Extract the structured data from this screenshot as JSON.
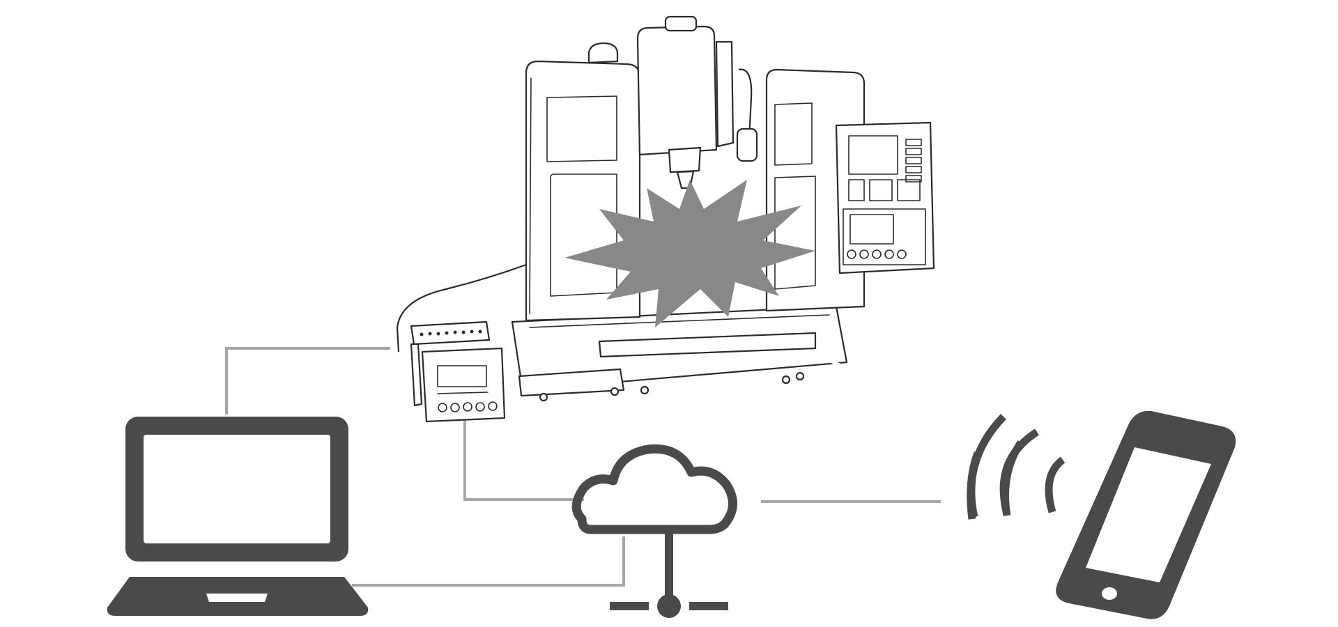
{
  "diagram": {
    "nodes": [
      {
        "id": "machine",
        "icon": "cnc-machine-icon"
      },
      {
        "id": "monitor",
        "icon": "monitoring-unit-icon"
      },
      {
        "id": "laptop",
        "icon": "laptop-icon"
      },
      {
        "id": "cloud",
        "icon": "cloud-network-icon"
      },
      {
        "id": "phone",
        "icon": "smartphone-icon"
      },
      {
        "id": "wireless",
        "icon": "wireless-signal-icon"
      },
      {
        "id": "collision",
        "icon": "collision-burst-icon"
      }
    ],
    "edges": [
      {
        "from": "monitor",
        "to": "laptop"
      },
      {
        "from": "monitor",
        "to": "cloud"
      },
      {
        "from": "cloud",
        "to": "laptop"
      },
      {
        "from": "cloud",
        "to": "phone"
      }
    ],
    "colors": {
      "connector": "#a6a6a6",
      "icon_fill": "#4a4a4a",
      "burst_fill": "#888888",
      "outline": "#2b2b2b"
    }
  }
}
